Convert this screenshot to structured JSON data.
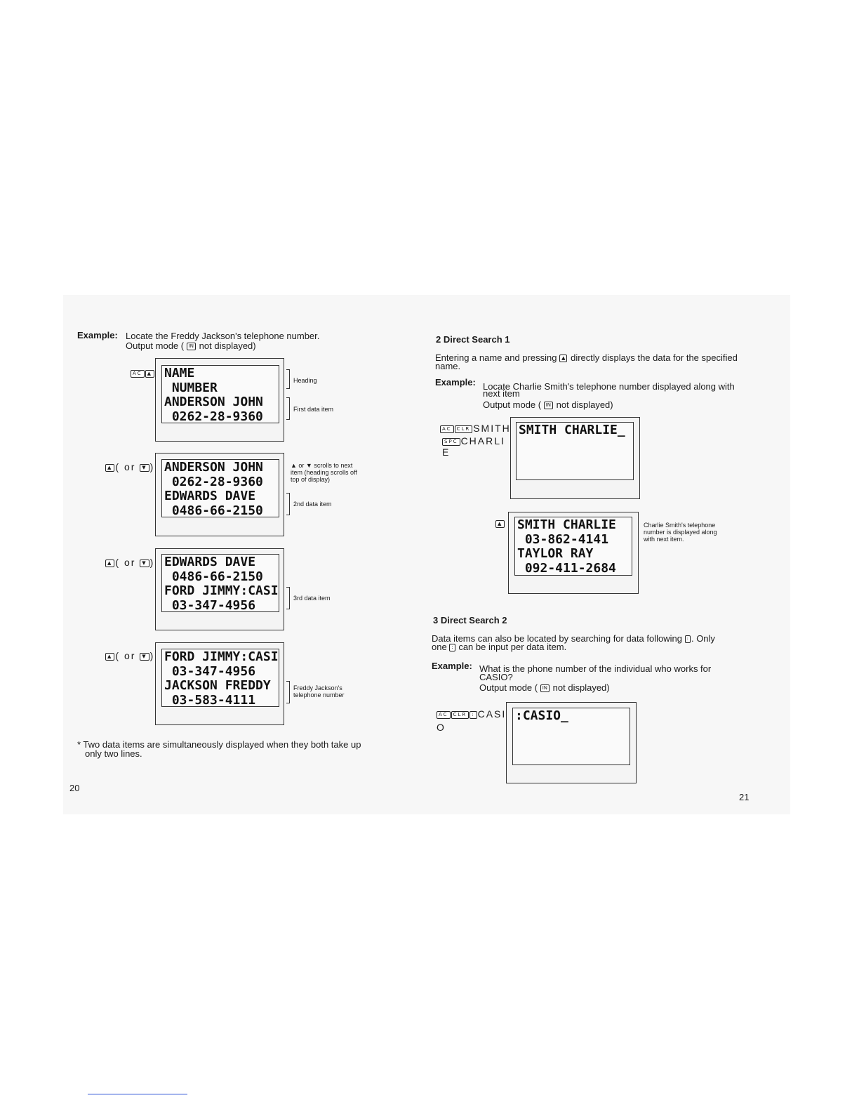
{
  "left_page": {
    "example_label": "Example:",
    "example_line1": "Locate the Freddy Jackson's telephone number.",
    "example_line2_pre": "Output mode (",
    "example_line2_key": "IN",
    "example_line2_post": "not displayed)",
    "steps": [
      {
        "keys": [
          "AC",
          "▲"
        ],
        "key_text": "",
        "screen": [
          "NAME",
          " NUMBER",
          "ANDERSON JOHN",
          " 0262-28-9360"
        ],
        "notes": [
          {
            "text": [
              "Heading"
            ]
          },
          {
            "text": [
              "First data item"
            ]
          }
        ]
      },
      {
        "keys": [
          "▲"
        ],
        "key_text": "( or ",
        "key_text_key": "▼",
        "key_text_end": ")",
        "screen": [
          "ANDERSON JOHN",
          " 0262-28-9360",
          "EDWARDS DAVE",
          " 0486-66-2150"
        ],
        "notes": [
          {
            "text": [
              "▲ or ▼ scrolls to next",
              "item (heading scrolls off",
              "top of display)"
            ]
          },
          {
            "text": [
              "2nd data item"
            ]
          }
        ]
      },
      {
        "keys": [
          "▲"
        ],
        "key_text": "( or ",
        "key_text_key": "▼",
        "key_text_end": ")",
        "screen": [
          "EDWARDS DAVE",
          " 0486-66-2150",
          "FORD JIMMY:CASIO",
          " 03-347-4956"
        ],
        "notes": [
          {
            "text": [
              "3rd data item"
            ]
          }
        ]
      },
      {
        "keys": [
          "▲"
        ],
        "key_text": "( or ",
        "key_text_key": "▼",
        "key_text_end": ")",
        "screen": [
          "FORD JIMMY:CASIO",
          " 03-347-4956",
          "JACKSON FREDDY",
          " 03-583-4111"
        ],
        "notes": [
          {
            "text": [
              "Freddy Jackson's",
              "telephone number"
            ]
          }
        ]
      }
    ],
    "footnote_line1": "* Two data items are simultaneously displayed when they both take up",
    "footnote_line2": "only two lines.",
    "page_number": "20"
  },
  "right_page": {
    "section2": {
      "heading": "2  Direct Search 1",
      "body_line1_pre": "Entering a name and pressing",
      "body_line1_key": "▲",
      "body_line1_post": "directly displays the data for the specified",
      "body_line2": "name.",
      "example_label": "Example:",
      "example_line1": "Locate Charlie Smith's telephone number displayed along with",
      "example_line2": "next item",
      "example_line3_pre": "Output mode (",
      "example_line3_key": "IN",
      "example_line3_post": "not displayed)",
      "step1": {
        "keys_row1": [
          "AC",
          "CLR"
        ],
        "text_row1": "SMITH",
        "keys_row2": [
          "SPC"
        ],
        "text_row2": "CHARLI",
        "text_row3": "E",
        "screen": [
          "SMITH CHARLIE_"
        ]
      },
      "step2": {
        "keys": [
          "▲"
        ],
        "screen": [
          "SMITH CHARLIE",
          " 03-862-4141",
          "TAYLOR RAY",
          " 092-411-2684"
        ],
        "note": [
          "Charlie Smith's telephone",
          "number is displayed along",
          "with next item."
        ]
      }
    },
    "section3": {
      "heading": "3  Direct Search 2",
      "body_line1_pre": "Data items can also be located by searching for data following",
      "body_line1_key": ":",
      "body_line1_post": ". Only",
      "body_line2_pre": "one",
      "body_line2_key": ":",
      "body_line2_post": "can be input per data item.",
      "example_label": "Example:",
      "example_line1": "What is the phone number of the individual who works for",
      "example_line2": "CASIO?",
      "example_line3_pre": "Output mode (",
      "example_line3_key": "IN",
      "example_line3_post": "not displayed)",
      "step1": {
        "keys_row1": [
          "AC",
          "CLR",
          ":"
        ],
        "text_row1": "CASI",
        "text_row2": "O",
        "screen": [
          ":CASIO_"
        ]
      }
    },
    "page_number": "21"
  }
}
